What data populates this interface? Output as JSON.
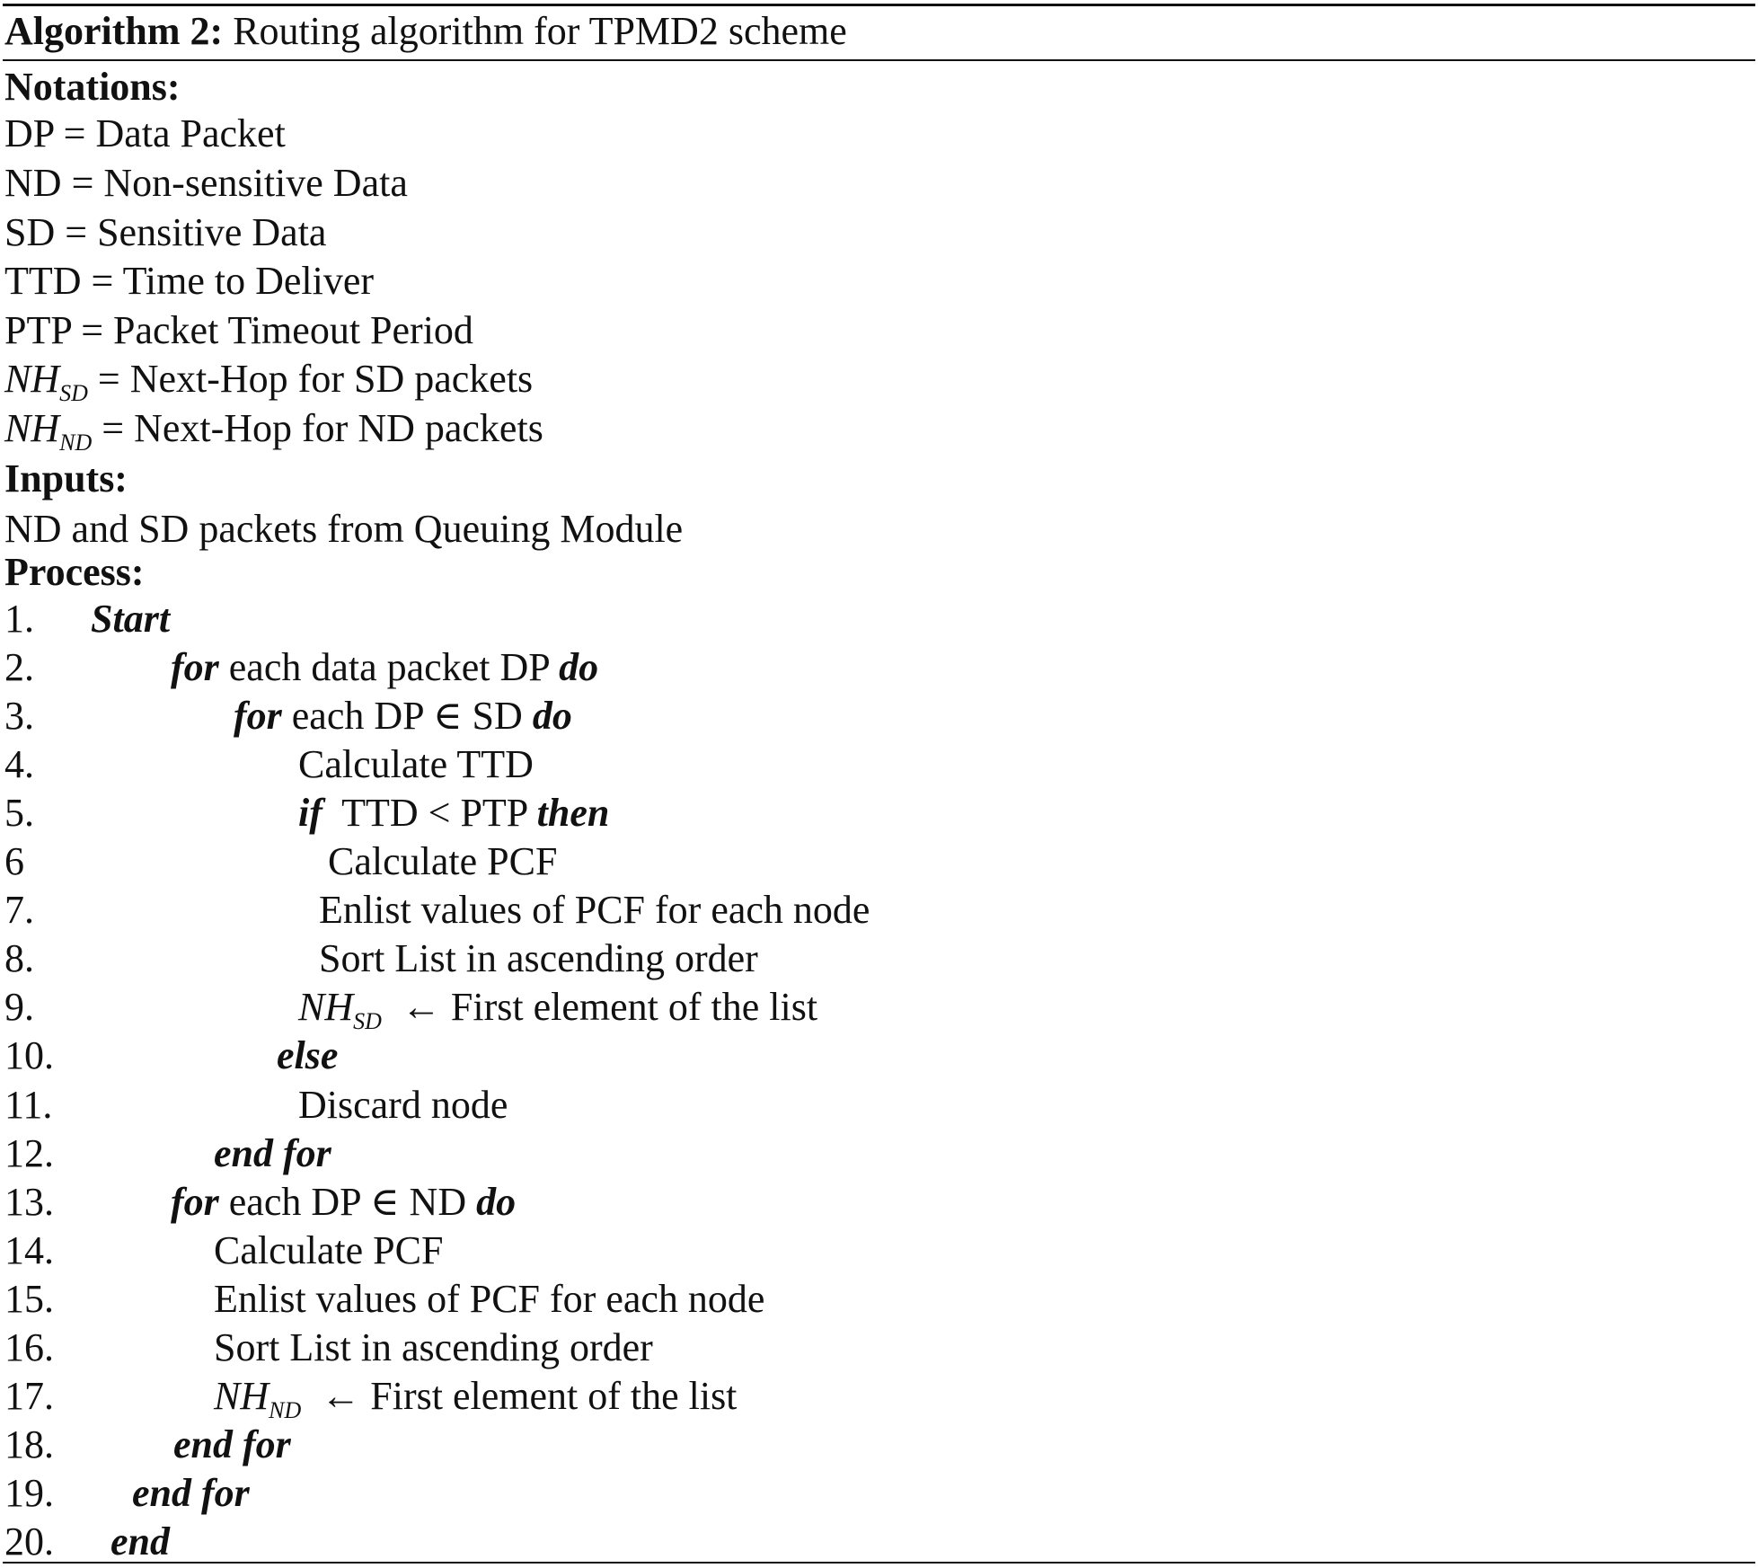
{
  "title": {
    "label": "Algorithm 2:",
    "text": "Routing algorithm for TPMD2 scheme"
  },
  "notations": {
    "heading": "Notations:",
    "items": [
      {
        "term": "DP",
        "eq": " = ",
        "def": "Data Packet"
      },
      {
        "term": "ND",
        "eq": " = ",
        "def": "Non-sensitive Data"
      },
      {
        "term": "SD",
        "eq": " = ",
        "def": "Sensitive Data"
      },
      {
        "term": "TTD",
        "eq": " = ",
        "def": "Time to Deliver"
      },
      {
        "term": "PTP",
        "eq": " = ",
        "def": "Packet Timeout Period"
      }
    ],
    "nh_sd": {
      "base": "NH",
      "sub": "SD",
      "def": " = Next-Hop for SD packets"
    },
    "nh_nd": {
      "base": "NH",
      "sub": "ND",
      "def": " = Next-Hop for ND packets"
    }
  },
  "inputs": {
    "heading": "Inputs:",
    "text": "ND and SD packets from Queuing Module"
  },
  "process": {
    "heading": "Process:",
    "steps": [
      {
        "n": "1.",
        "parts": [
          {
            "k": "Start"
          }
        ]
      },
      {
        "n": "2.",
        "parts": [
          {
            "k": "for"
          },
          {
            "t": " each data packet DP "
          },
          {
            "k": "do"
          }
        ]
      },
      {
        "n": "3.",
        "parts": [
          {
            "k": "for"
          },
          {
            "t": " each DP ∈ SD "
          },
          {
            "k": "do"
          }
        ]
      },
      {
        "n": "4.",
        "parts": [
          {
            "t": "Calculate TTD"
          }
        ]
      },
      {
        "n": "5.",
        "parts": [
          {
            "k": "if"
          },
          {
            "t": "  TTD < PTP "
          },
          {
            "k": "then"
          }
        ]
      },
      {
        "n": "6",
        "parts": [
          {
            "t": "Calculate PCF"
          }
        ]
      },
      {
        "n": "7.",
        "parts": [
          {
            "t": "Enlist values of PCF for each node"
          }
        ]
      },
      {
        "n": "8.",
        "parts": [
          {
            "t": "Sort List in ascending order"
          }
        ]
      },
      {
        "n": "9.",
        "parts": [
          {
            "v": "NH",
            "s": "SD"
          },
          {
            "t": "  ← First element of the list"
          }
        ]
      },
      {
        "n": "10.",
        "parts": [
          {
            "k": "else"
          }
        ]
      },
      {
        "n": "11.",
        "parts": [
          {
            "t": "Discard node"
          }
        ]
      },
      {
        "n": "12.",
        "parts": [
          {
            "k": "end for"
          }
        ]
      },
      {
        "n": "13.",
        "parts": [
          {
            "k": "for"
          },
          {
            "t": " each DP ∈ ND "
          },
          {
            "k": "do"
          }
        ]
      },
      {
        "n": "14.",
        "parts": [
          {
            "t": "Calculate PCF"
          }
        ]
      },
      {
        "n": "15.",
        "parts": [
          {
            "t": "Enlist values of PCF for each node"
          }
        ]
      },
      {
        "n": "16.",
        "parts": [
          {
            "t": "Sort List in ascending order"
          }
        ]
      },
      {
        "n": "17.",
        "parts": [
          {
            "v": "NH",
            "s": "ND"
          },
          {
            "t": "  ← First element of the list"
          }
        ]
      },
      {
        "n": "18.",
        "parts": [
          {
            "k": "end for"
          }
        ]
      },
      {
        "n": "19.",
        "parts": [
          {
            "k": "end for"
          }
        ]
      },
      {
        "n": "20.",
        "parts": [
          {
            "k": "end"
          }
        ]
      }
    ]
  }
}
